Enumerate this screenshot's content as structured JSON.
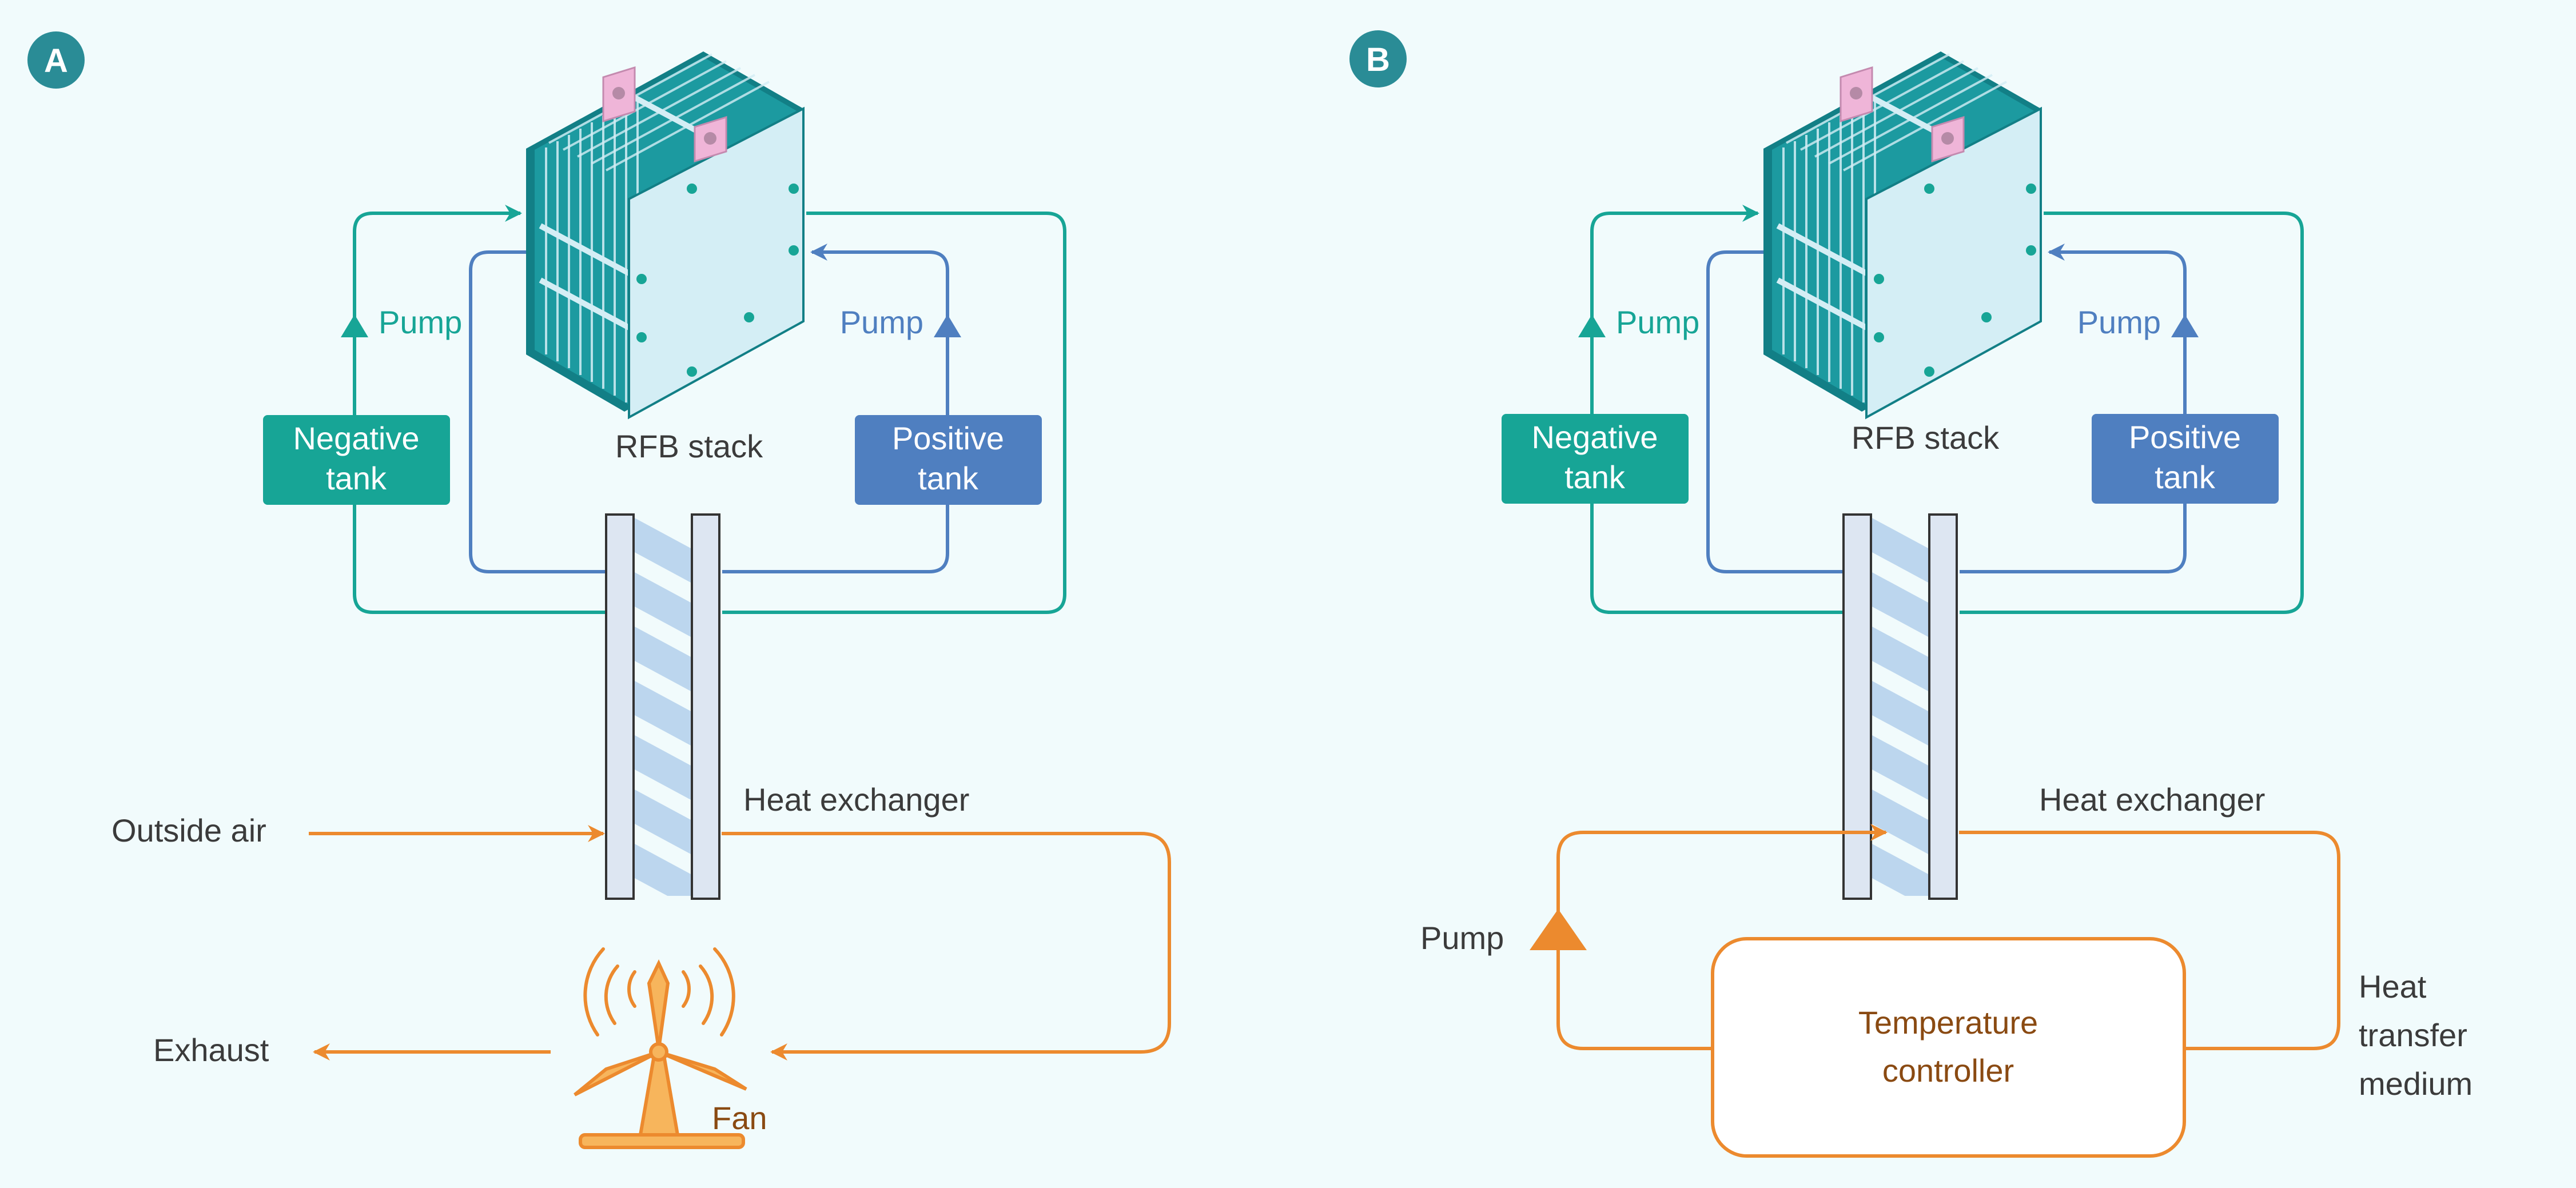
{
  "colors": {
    "background": "#f1fbfc",
    "teal": "#17a596",
    "blue": "#4f7fc0",
    "orange": "#ec8a2e",
    "brown": "#8a4a12",
    "badge": "#2a8c96",
    "stack_face": "#d4eef5",
    "stack_edge": "#127f86",
    "hx_plate": "#dde6f2",
    "hx_stripe": "#bcd6ee",
    "tab": "#efb5d8"
  },
  "icons": [
    "fan-icon",
    "pump-icon",
    "arrow-icon",
    "rfb-stack-icon"
  ],
  "panelA": {
    "badge": "A",
    "stack_label": "RFB stack",
    "neg_tank": [
      "Negative",
      "tank"
    ],
    "pos_tank": [
      "Positive",
      "tank"
    ],
    "pump_left": "Pump",
    "pump_right": "Pump",
    "hx_label": "Heat exchanger",
    "outside_air": "Outside air",
    "exhaust": "Exhaust",
    "fan": "Fan"
  },
  "panelB": {
    "badge": "B",
    "stack_label": "RFB stack",
    "neg_tank": [
      "Negative",
      "tank"
    ],
    "pos_tank": [
      "Positive",
      "tank"
    ],
    "pump_left": "Pump",
    "pump_right": "Pump",
    "hx_label": "Heat exchanger",
    "pump_medium": "Pump",
    "controller": [
      "Temperature",
      "controller"
    ],
    "medium": [
      "Heat",
      "transfer",
      "medium"
    ]
  }
}
